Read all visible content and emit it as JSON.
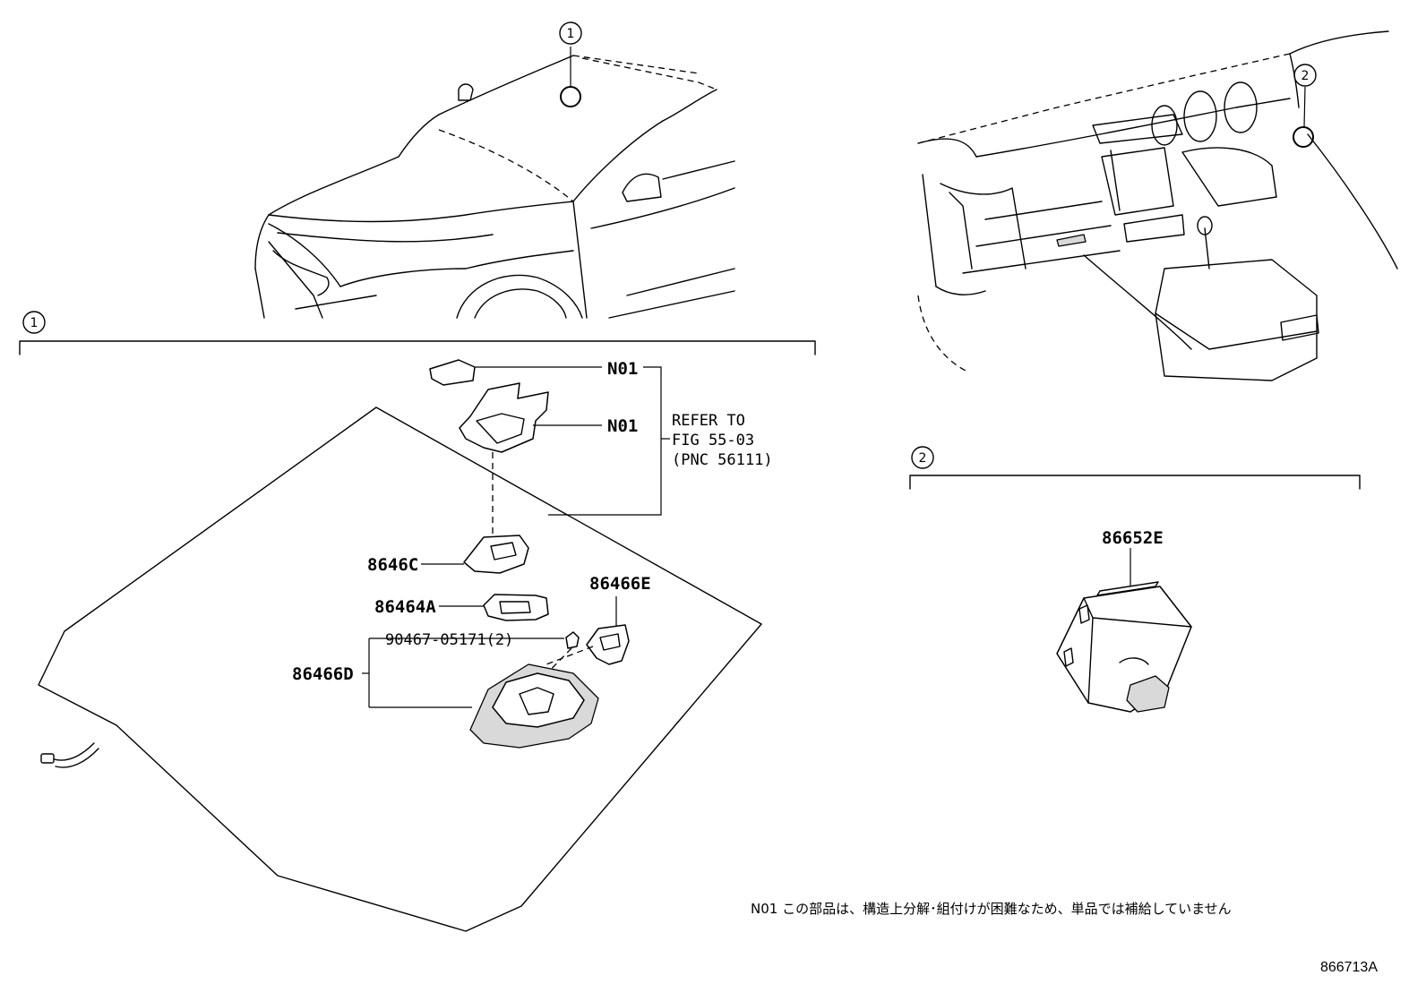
{
  "callouts": {
    "one": "1",
    "two": "2"
  },
  "parts": {
    "n01_a": "N01",
    "n01_b": "N01",
    "p8646C": "8646C",
    "p86464A": "86464A",
    "p86466E": "86466E",
    "p86466D": "86466D",
    "p90467": "90467-05171(2)",
    "p86652E": "86652E"
  },
  "reference": {
    "line1": "REFER TO",
    "line2": "FIG 55-03",
    "line3": "(PNC 56111)"
  },
  "note": "N01 この部品は、構造上分解･組付けが困難なため、単品では補給していません",
  "illustration_code": "866713A"
}
